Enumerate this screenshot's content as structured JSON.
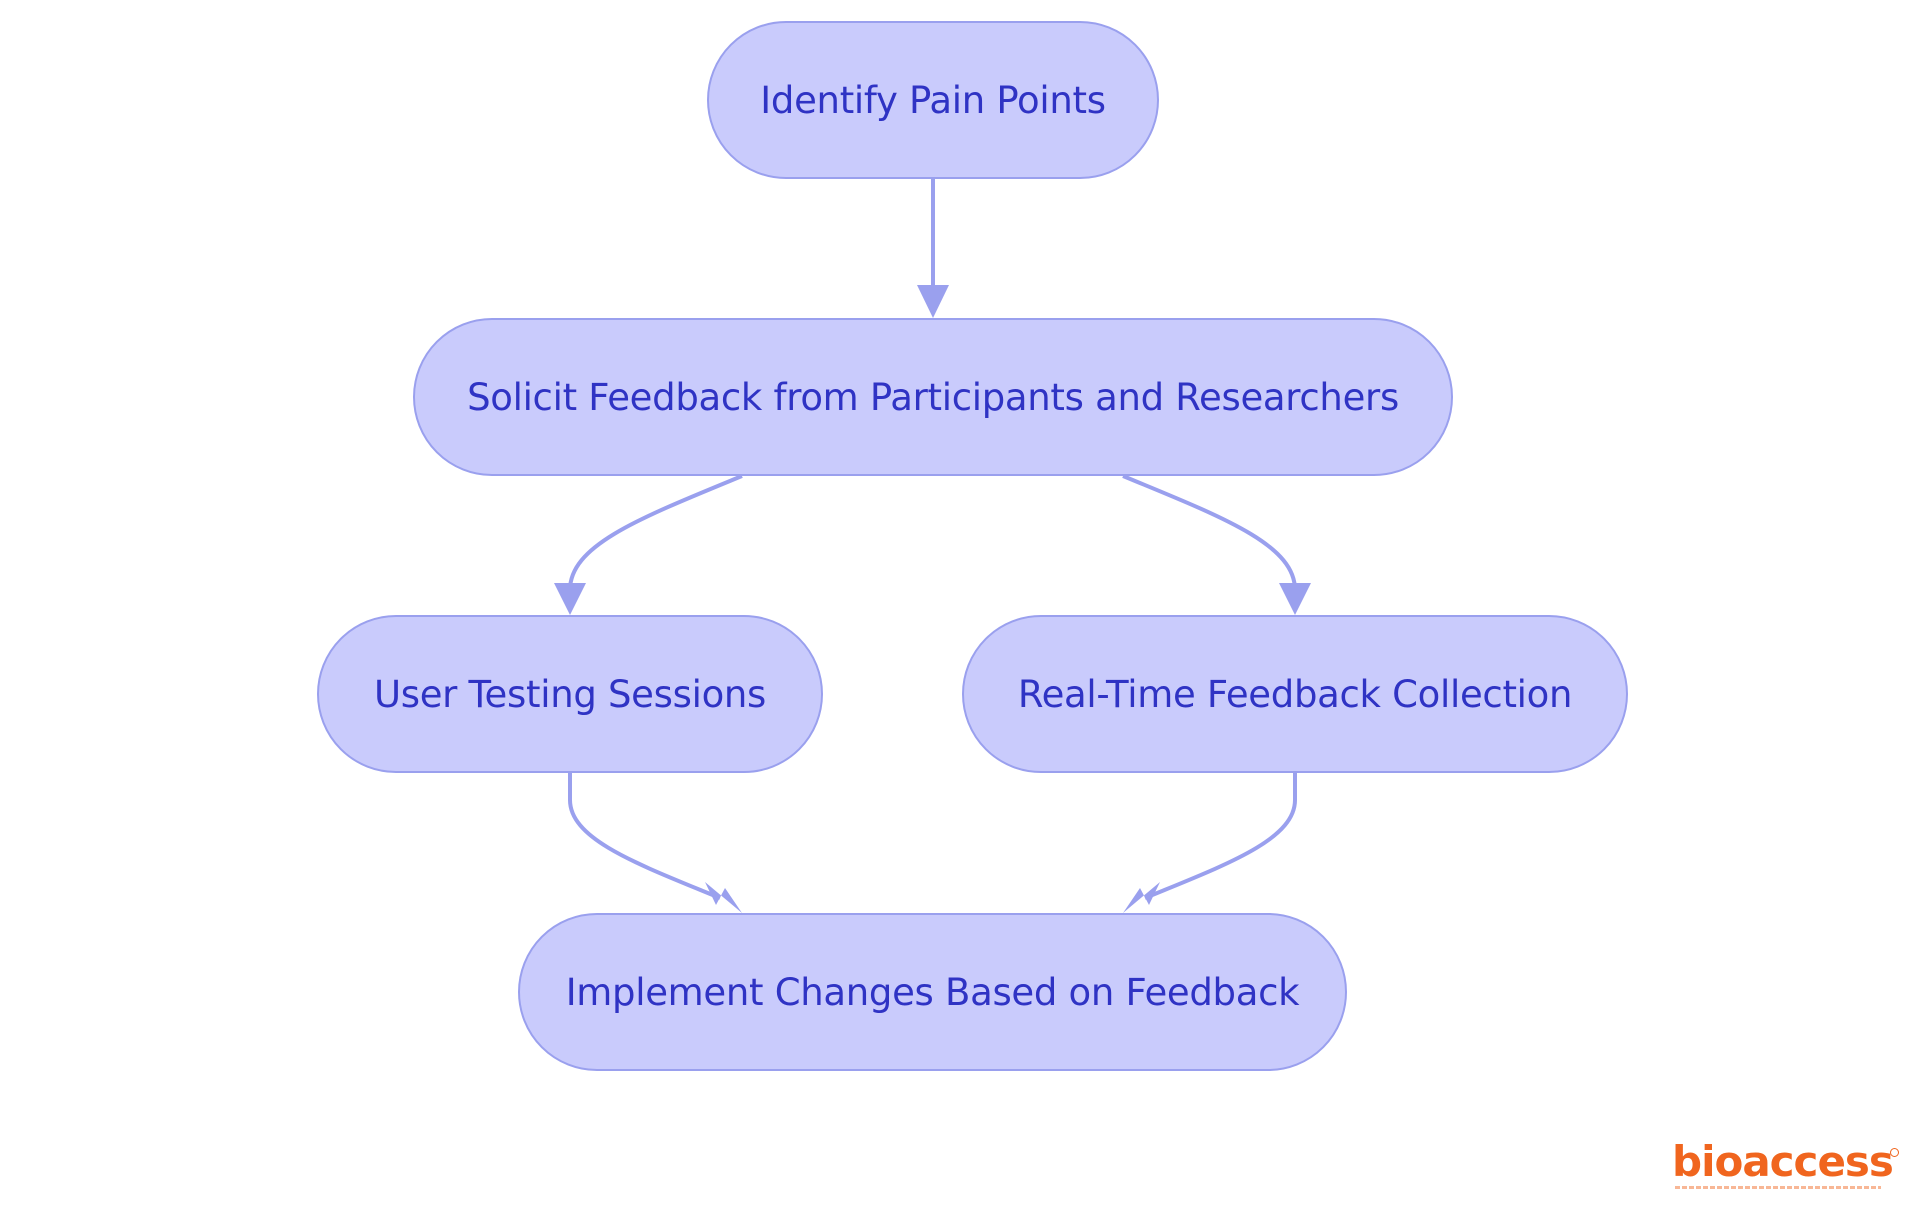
{
  "diagram": {
    "type": "flowchart",
    "nodes": [
      {
        "id": "n1",
        "label": "Identify Pain Points"
      },
      {
        "id": "n2",
        "label": "Solicit Feedback from Participants and Researchers"
      },
      {
        "id": "n3",
        "label": "User Testing Sessions"
      },
      {
        "id": "n4",
        "label": "Real-Time Feedback Collection"
      },
      {
        "id": "n5",
        "label": "Implement Changes Based on Feedback"
      }
    ],
    "edges": [
      {
        "from": "n1",
        "to": "n2"
      },
      {
        "from": "n2",
        "to": "n3"
      },
      {
        "from": "n2",
        "to": "n4"
      },
      {
        "from": "n3",
        "to": "n5"
      },
      {
        "from": "n4",
        "to": "n5"
      }
    ]
  },
  "colors": {
    "node_fill": "#c9cbfc",
    "node_border": "#9aa0ee",
    "node_text": "#2f33c4",
    "edge": "#9aa0ee",
    "logo": "#f0651e"
  },
  "logo": {
    "wordmark": "bioaccess",
    "icon": "registered-mark-icon"
  }
}
